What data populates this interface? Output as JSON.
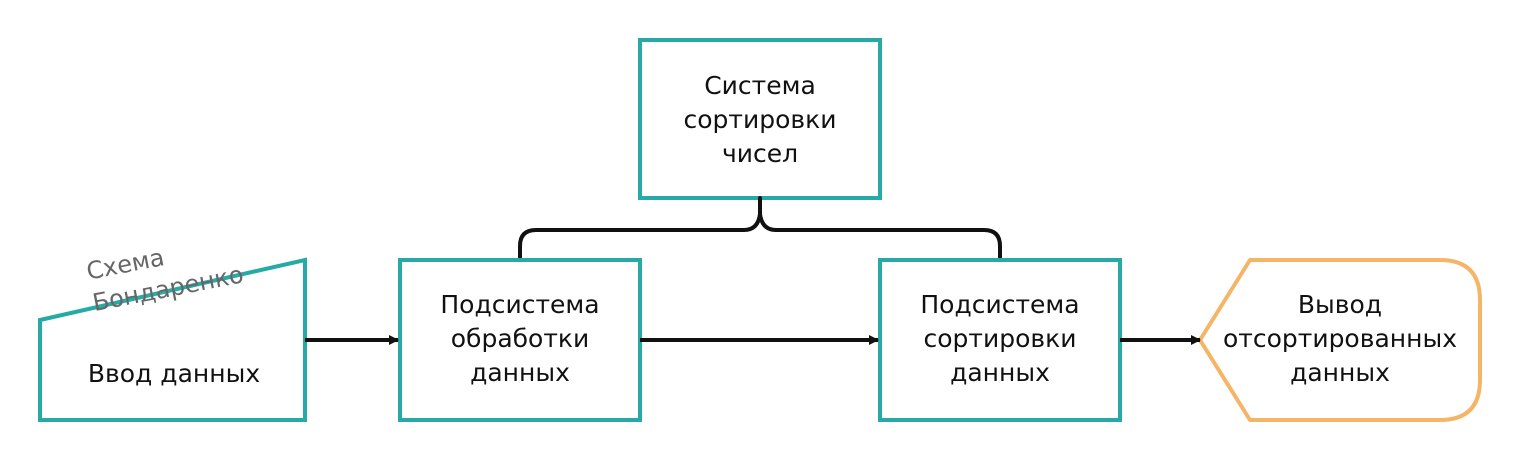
{
  "colors": {
    "box_stroke": "#26aaa5",
    "terminal_stroke": "#f5b567",
    "connector": "#111111",
    "label_text": "#111111",
    "note_text": "#666666"
  },
  "annotation": {
    "line1": "Схема",
    "line2": "Бондаренко"
  },
  "nodes": {
    "top_system": {
      "line1": "Система",
      "line2": "сортировки",
      "line3": "чисел"
    },
    "input": {
      "line1": "Ввод данных"
    },
    "processing": {
      "line1": "Подсистема",
      "line2": "обработки",
      "line3": "данных"
    },
    "sorting": {
      "line1": "Подсистема",
      "line2": "сортировки",
      "line3": "данных"
    },
    "output": {
      "line1": "Вывод",
      "line2": "отсортированных",
      "line3": "данных"
    }
  }
}
